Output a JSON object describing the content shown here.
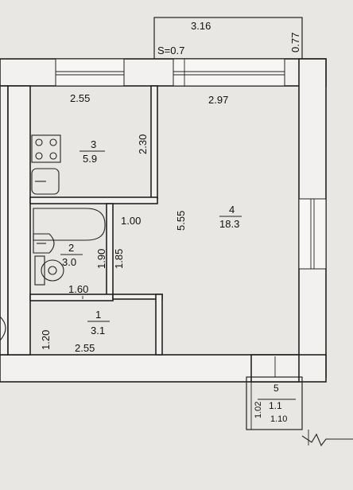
{
  "plan": {
    "rooms": [
      {
        "number": "1",
        "area": "3.1"
      },
      {
        "number": "2",
        "area": "3.0"
      },
      {
        "number": "3",
        "area": "5.9"
      },
      {
        "number": "4",
        "area": "18.3"
      },
      {
        "number": "5",
        "area": "1.1"
      }
    ],
    "dimensions": {
      "balcony_width": "3.16",
      "balcony_area": "S=0.7",
      "balcony_depth": "0.77",
      "kitchen_width": "2.55",
      "room4_width": "2.97",
      "kitchen_depth": "2.30",
      "room4_length": "5.55",
      "hall_width": "1.00",
      "bath_depth": "1.90",
      "corridor_depth": "1.85",
      "bath_width": "1.60",
      "hall1_depth": "1.20",
      "hall1_width": "2.55",
      "closet_depth": "1.02",
      "closet_width": "1.10"
    }
  }
}
